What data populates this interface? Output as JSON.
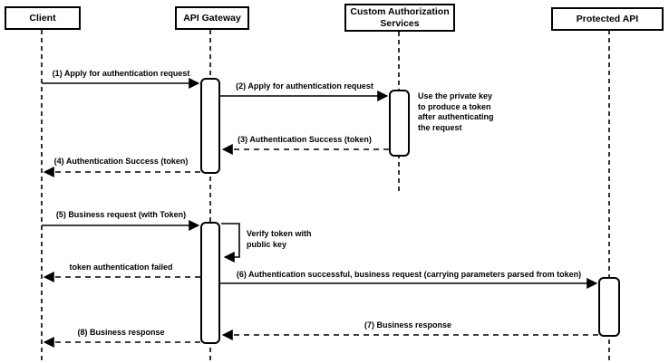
{
  "diagram_type": "uml-sequence",
  "actors": [
    {
      "label": "Client"
    },
    {
      "label": "API Gateway"
    },
    {
      "label": "Custom Authorization Services"
    },
    {
      "label": "Protected API"
    }
  ],
  "messages": [
    {
      "label": "(1) Apply for authentication request",
      "from": "Client",
      "to": "API Gateway",
      "line": "solid"
    },
    {
      "label": "(2) Apply for authentication request",
      "from": "API Gateway",
      "to": "Custom Authorization Services",
      "line": "solid"
    },
    {
      "label": "(3) Authentication Success (token)",
      "from": "Custom Authorization Services",
      "to": "API Gateway",
      "line": "dashed"
    },
    {
      "label": "(4) Authentication Success (token)",
      "from": "API Gateway",
      "to": "Client",
      "line": "dashed"
    },
    {
      "label": "(5) Business request (with Token)",
      "from": "Client",
      "to": "API Gateway",
      "line": "solid"
    },
    {
      "label": "Verify token with public key",
      "from": "API Gateway",
      "to": "API Gateway",
      "line": "self"
    },
    {
      "label": "token authentication failed",
      "from": "API Gateway",
      "to": "Client",
      "line": "dashed"
    },
    {
      "label": "(6) Authentication successful, business request (carrying parameters parsed from token)",
      "from": "API Gateway",
      "to": "Protected API",
      "line": "solid"
    },
    {
      "label": "(7) Business response",
      "from": "Protected API",
      "to": "API Gateway",
      "line": "dashed"
    },
    {
      "label": "(8) Business response",
      "from": "API Gateway",
      "to": "Client",
      "line": "dashed"
    }
  ],
  "notes": [
    {
      "label": "Use the private key to produce a token after authenticating the request"
    }
  ],
  "colors": {
    "stroke": "#000000",
    "shape_fill": "#ffffff",
    "background": "#ffffff"
  }
}
